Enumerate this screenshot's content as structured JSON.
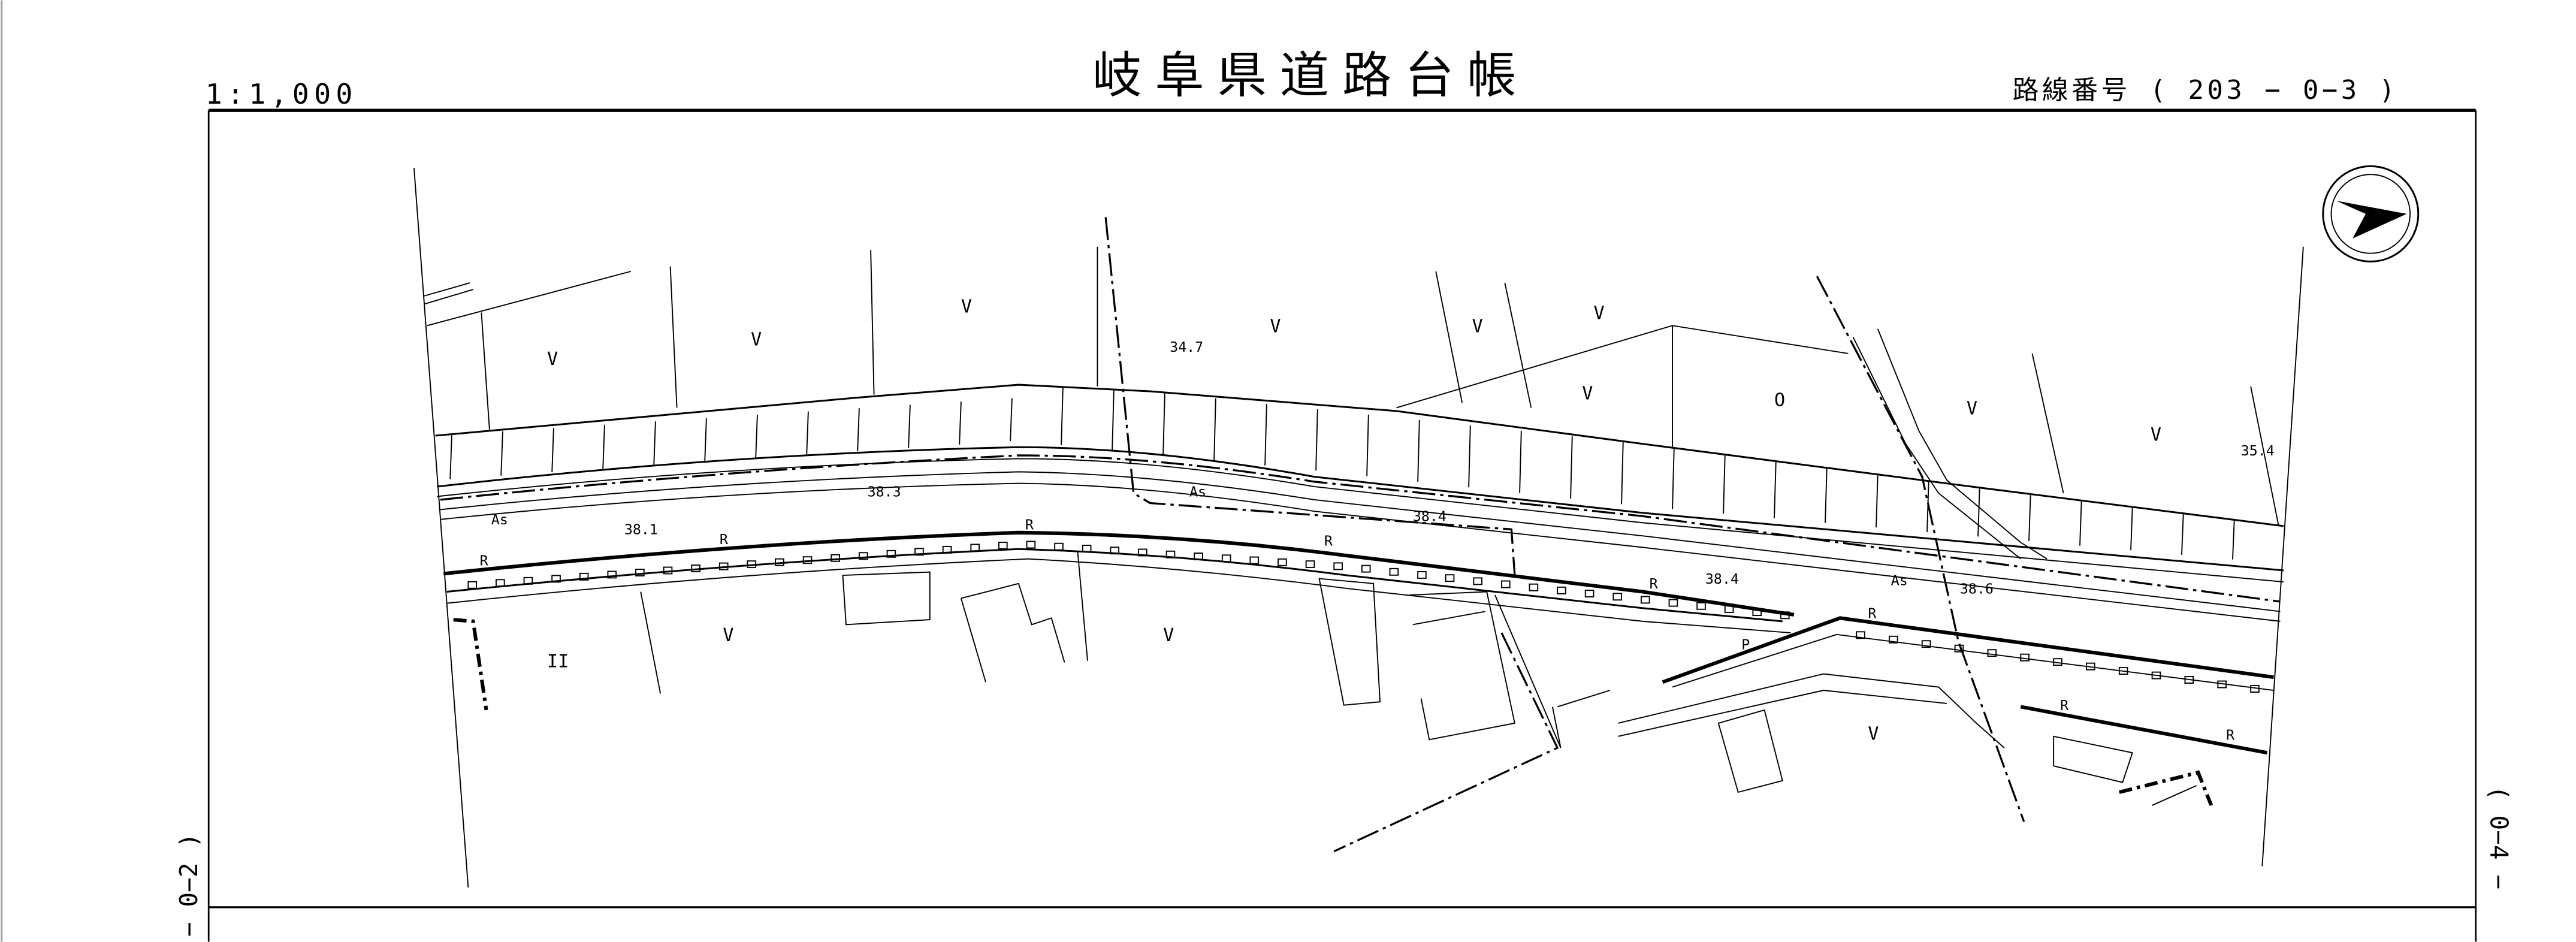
{
  "header": {
    "scale": "1:1,000",
    "title": "岐阜県道路台帳",
    "route_number": "路線番号 ( 203 − 0−3 )"
  },
  "side_labels": {
    "left": "− 0−2 )",
    "right": "( 0−4 −"
  },
  "map": {
    "north_arrow": "north-arrow-icon",
    "elevations": [
      "34.7",
      "38.3",
      "38.1",
      "38.4",
      "38.4",
      "38.6",
      "35.4"
    ],
    "surface_labels": [
      "As",
      "As",
      "As"
    ],
    "marker_labels": [
      "R",
      "R",
      "R",
      "R",
      "R",
      "R",
      "R",
      "R",
      "P"
    ]
  }
}
